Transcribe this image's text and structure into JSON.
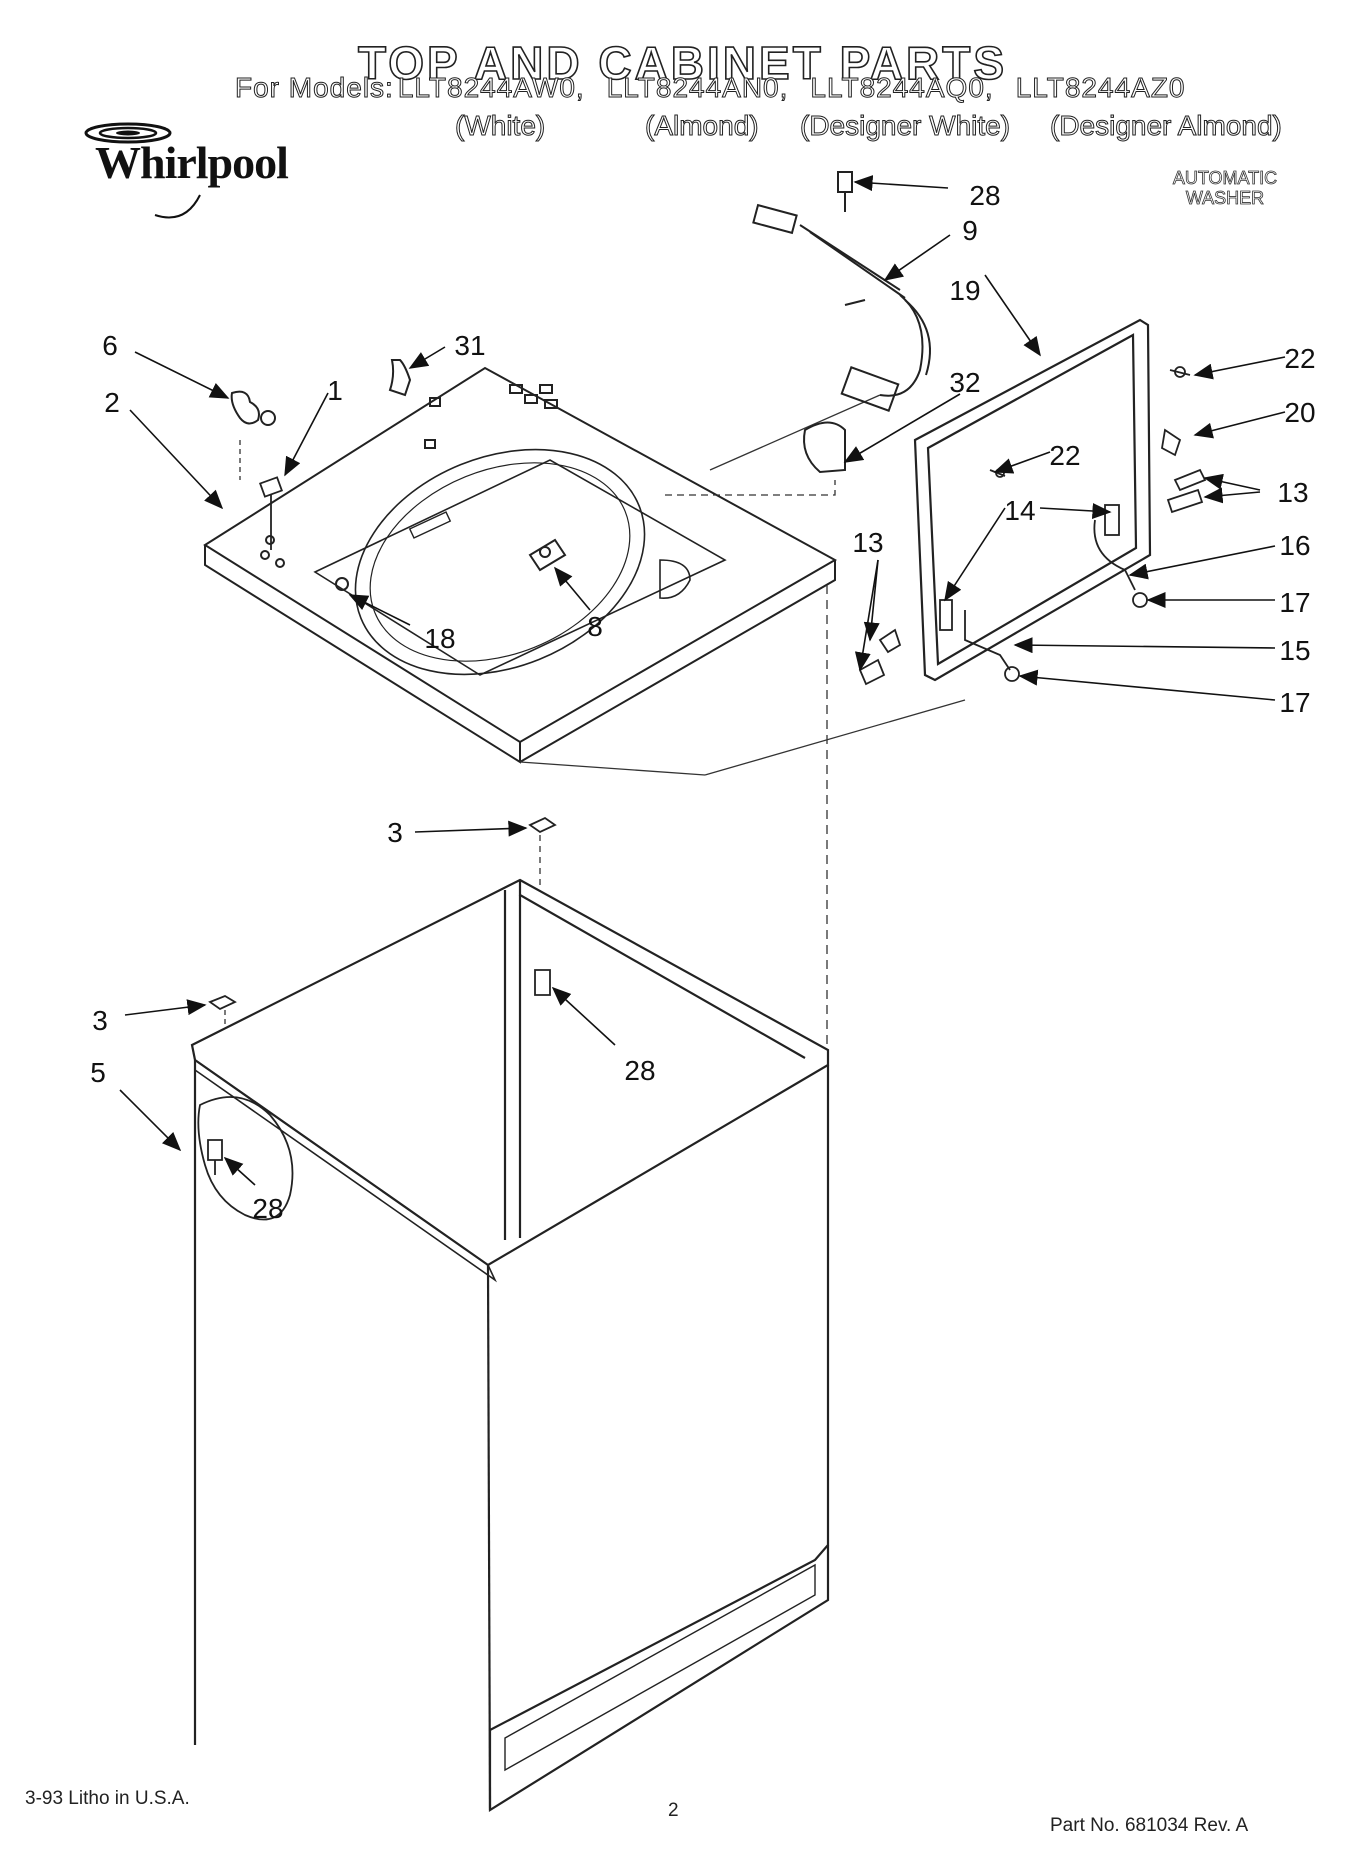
{
  "header": {
    "title": "TOP AND CABINET PARTS",
    "model_prefix": "For Models:",
    "models": [
      "LLT8244AW0,",
      "LLT8244AN0,",
      "LLT8244AQ0,",
      "LLT8244AZ0"
    ],
    "variants": [
      "(White)",
      "(Almond)",
      "(Designer White)",
      "(Designer Almond)"
    ],
    "brand": "Whirlpool",
    "product_line1": "AUTOMATIC",
    "product_line2": "WASHER"
  },
  "callouts": [
    "28",
    "9",
    "19",
    "22",
    "20",
    "22",
    "13",
    "13",
    "14",
    "13",
    "16",
    "17",
    "15",
    "17",
    "6",
    "31",
    "2",
    "1",
    "32",
    "8",
    "18",
    "3",
    "28",
    "3",
    "5",
    "28"
  ],
  "footer": {
    "litho": "3-93 Litho in U.S.A.",
    "page": "2",
    "part_no": "Part No. 681034  Rev. A"
  }
}
